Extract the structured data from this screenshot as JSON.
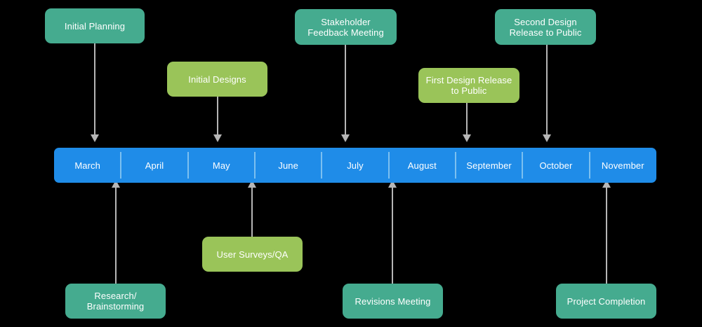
{
  "diagram": {
    "type": "timeline",
    "background_color": "#000000",
    "palette": {
      "teal": "#45ab8f",
      "green": "#9ac459",
      "bar_blue": "#1f8ce8",
      "divider_blue": "#7cc0f0",
      "connector_gray": "#b6b6b6",
      "text_white": "#ffffff"
    },
    "timeline": {
      "months": [
        {
          "label": "March"
        },
        {
          "label": "April"
        },
        {
          "label": "May"
        },
        {
          "label": "June"
        },
        {
          "label": "July"
        },
        {
          "label": "August"
        },
        {
          "label": "September"
        },
        {
          "label": "October"
        },
        {
          "label": "November"
        }
      ]
    },
    "milestones_above": [
      {
        "label": "Initial Planning",
        "color": "teal",
        "month": "March"
      },
      {
        "label": "Initial Designs",
        "color": "green",
        "month": "May"
      },
      {
        "label": "Stakeholder\nFeedback Meeting",
        "color": "teal",
        "month": "July"
      },
      {
        "label": "First Design Release\nto Public",
        "color": "green",
        "month": "September"
      },
      {
        "label": "Second Design\nRelease to Public",
        "color": "teal",
        "month": "October"
      }
    ],
    "milestones_below": [
      {
        "label": "Research/\nBrainstorming",
        "color": "teal",
        "month": "March"
      },
      {
        "label": "User Surveys/QA",
        "color": "green",
        "month": "May"
      },
      {
        "label": "Revisions Meeting",
        "color": "teal",
        "month": "July"
      },
      {
        "label": "Project Completion",
        "color": "teal",
        "month": "November"
      }
    ]
  }
}
